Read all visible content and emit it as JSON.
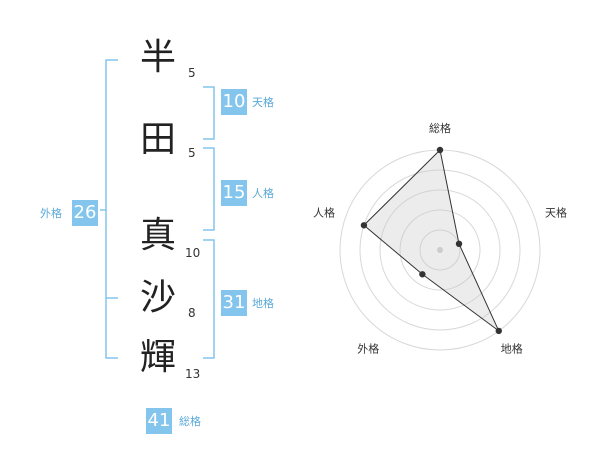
{
  "name": {
    "characters": [
      {
        "char": "半",
        "strokes": "5"
      },
      {
        "char": "田",
        "strokes": "5"
      },
      {
        "char": "真",
        "strokes": "10"
      },
      {
        "char": "沙",
        "strokes": "8"
      },
      {
        "char": "輝",
        "strokes": "13"
      }
    ]
  },
  "fortunes": {
    "tenkaku": {
      "label": "天格",
      "value": "10"
    },
    "jinkaku": {
      "label": "人格",
      "value": "15"
    },
    "chikaku": {
      "label": "地格",
      "value": "31"
    },
    "gaikaku": {
      "label": "外格",
      "value": "26"
    },
    "soukaku": {
      "label": "総格",
      "value": "41"
    }
  },
  "colors": {
    "accent": "#84c5ee",
    "accent_text": "#5aa8d8",
    "bracket": "#84c5ee"
  },
  "chart_data": {
    "type": "radar",
    "axes": [
      "総格",
      "天格",
      "地格",
      "外格",
      "人格"
    ],
    "levels": 5,
    "values": [
      5,
      1,
      5,
      1.5,
      4
    ],
    "max": 5,
    "grid": true
  }
}
